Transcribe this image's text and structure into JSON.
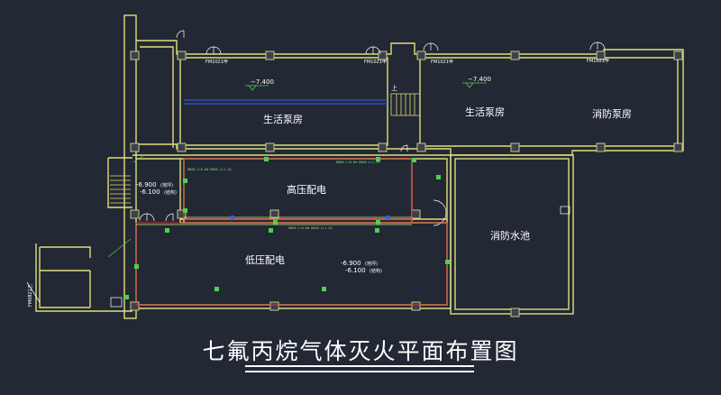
{
  "title": "七氟丙烷气体灭火平面布置图",
  "rooms": {
    "domestic_pump_room_1": "生活泵房",
    "domestic_pump_room_2": "生活泵房",
    "fire_pump_room": "消防泵房",
    "high_voltage_room": "高压配电",
    "low_voltage_room": "低压配电",
    "fire_water_pool": "消防水池"
  },
  "elevations": {
    "pump_left": "−7.400",
    "pump_right": "−7.400",
    "hv_top": "-6.900",
    "hv_top_note": "(地坪)",
    "hv_bottom": "-6.100",
    "hv_bottom_note": "(结构)",
    "lv_top": "-6.900",
    "lv_top_note": "(地坪)",
    "lv_bottom": "-6.100",
    "lv_bottom_note": "(结构)"
  },
  "stair_up": "上",
  "door_tags": [
    "FM1021甲",
    "FM1021甲",
    "FM1021甲",
    "FM1021甲"
  ],
  "side_door_tag": "FM0821乙",
  "pipe_notes": [
    "DN50 L=6.8m DN40 L=1.2m",
    "DN50 L=6.8m DN40 L=1.2m",
    "DN50 L=6.8m DN40 L=1.2m"
  ],
  "colors": {
    "background": "#222834",
    "wall": "#e0de7a",
    "wall_fill": "#22272f",
    "column": "#c9c87a",
    "green_equipment": "#4fd14f",
    "red_zone": "#e23232",
    "blue_pipe": "#2d5fff",
    "text": "#ffffff"
  }
}
